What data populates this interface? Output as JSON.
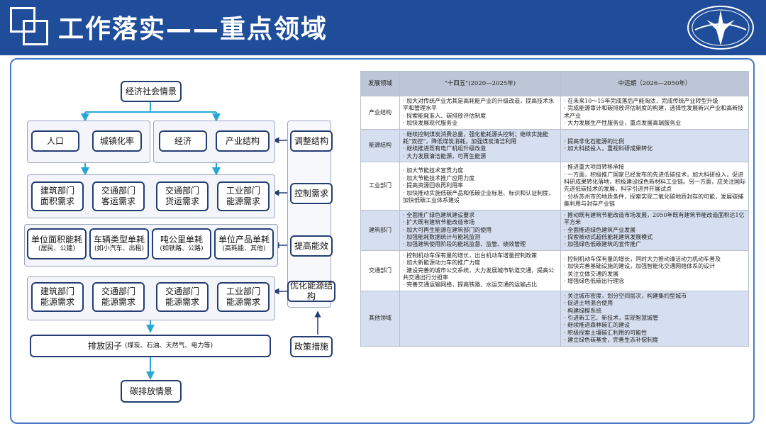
{
  "header": {
    "title": "工作落实——重点领域"
  },
  "flowchart": {
    "top": "经济社会情景",
    "row1": [
      "人口",
      "城镇化率",
      "经济",
      "产业结构"
    ],
    "row2": [
      "建筑部门\n面积需求",
      "交通部门\n客运需求",
      "交通部门\n货运需求",
      "工业部门\n能源需求"
    ],
    "row3": [
      {
        "main": "单位面积能耗",
        "sub": "(居民、公建)"
      },
      {
        "main": "车辆类型单耗",
        "sub": "(如小汽车、出租)"
      },
      {
        "main": "吨公里单耗",
        "sub": "(如铁路、公路)"
      },
      {
        "main": "单位产品单耗",
        "sub": "(高耗能、其他)"
      }
    ],
    "row4": [
      "建筑部门\n能源需求",
      "交通部门\n能源需求",
      "交通部门\n能源需求",
      "工业部门\n能源需求"
    ],
    "emission": {
      "main": "排放因子",
      "sub": "(煤炭、石油、天然气、电力等)"
    },
    "result": "碳排放情景",
    "side": [
      "调整结构",
      "控制需求",
      "提高能效",
      "优化能源结构",
      "政策措施"
    ]
  },
  "table": {
    "headers": [
      "发展领域",
      "\"十四五\"(2020—2025年)",
      "中远期（2026—2050年）"
    ],
    "rows": [
      {
        "cat": "产业结构",
        "a": [
          "· 加大对传统产业尤其是高耗能产业的升级改造，提高技术水平和管理水平",
          "· 探索能耗准入、碳排放评估制度",
          "· 加快发展现代服务业"
        ],
        "b": [
          "· 在未来10～15年完成落后产能淘汰，完成传统产业转型升级",
          "· 完成能源审计和碳排放评估制度的构建，选择性发展新兴产业和高新技术产业",
          "· 大力发展生产性服务业，重点发展高端服务业"
        ]
      },
      {
        "cat": "能源结构",
        "a": [
          "· 继续控制煤炭消费总量，强化能耗源头控制；继续实施能耗“双控”，降低煤炭消耗，加强煤炭清洁利用",
          "· 继续推进既有电厂机组升级改造",
          "· 大力发展清洁能源，可再生能源"
        ],
        "b": [
          "· 提高非化石能源的比例",
          "· 加大科技投入，重视科研成果转化"
        ]
      },
      {
        "cat": "工业部门",
        "a": [
          "· 加大节能技术宣贯力度",
          "· 加大节能技术推广应用力度",
          "· 提高资源回收再利用率",
          "· 加快推动实施低碳产品和低碳企业标准、标识和认证制度，加快低碳工业体系建设"
        ],
        "b": [
          "· 推进重大项目转移承接",
          "· 一方面，积极推广国家已经发布的先进低碳技术，加大科研投入，促进科研成果转化落地，积极建设绿色新材料工业链。另一方面，应关注国际先进低碳技术的发展，科学引进并开展试点",
          "· 分析苏州市的地质条件，探索实现二氧化碳地质封存的可能，发展碳捕集利用与封存产业链"
        ]
      },
      {
        "cat": "建筑部门",
        "a": [
          "· 全面推广绿色建筑建设要求",
          "· 扩大既有建筑节能改造市场",
          "· 加大可再生能源在建筑部门的使用",
          "· 加强能耗数据统计与能耗监测",
          "· 加强建筑使用阶段的能耗监督、监管、绩效管理"
        ],
        "b": [
          "· 推动既有建筑节能改造市场发展，2050年既有建筑节能改造面积达1亿平方米",
          "· 全面推进绿色建筑产业发展",
          "· 探索被动式超低能耗建筑发展模式",
          "· 加强绿色低碳建筑的宣传推广"
        ]
      },
      {
        "cat": "交通部门",
        "a": [
          "· 控制机动车保有量的增长，出台机动车增量控制政策",
          "· 加大新能源动力车的推广力度",
          "· 建设完善的城市公交系统，大力发展城市轨道交通，提高公共交通出行分担率",
          "· 完善交通运输网络，提高铁路、水运交通的运输占比"
        ],
        "b": [
          "· 控制机动车保有量的增长，同时大力推动清洁动力机动车普及",
          "· 加快完善基础设施的建设，加强智能化交通网络体系的设计",
          "· 关注立体交通的发展",
          "· 增强绿色低碳出行理念"
        ]
      },
      {
        "cat": "其他领域",
        "a": [],
        "b": [
          "· 关注城市密度，划分空间层次，构建集约型城市",
          "· 促进土地混合使用",
          "· 构建绿楔系统",
          "· 引进新工艺、新技术，实现智慧城管",
          "· 继续推进森林碳汇的建设",
          "· 积极探索土壤碳汇利用的可能性",
          "· 建立绿色碳基金，完善生态补偿制度"
        ]
      }
    ]
  }
}
